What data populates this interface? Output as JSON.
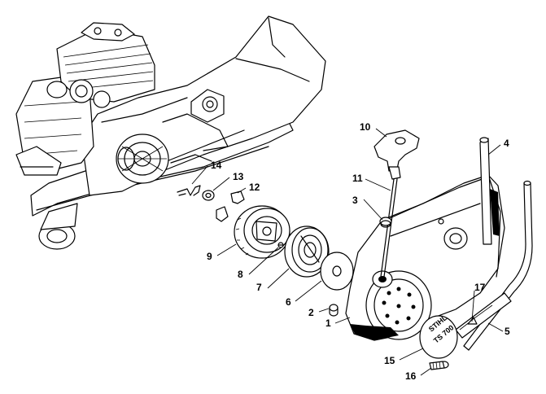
{
  "callouts": [
    {
      "id": "c1",
      "label": "1"
    },
    {
      "id": "c2",
      "label": "2"
    },
    {
      "id": "c3",
      "label": "3"
    },
    {
      "id": "c4",
      "label": "4"
    },
    {
      "id": "c5",
      "label": "5"
    },
    {
      "id": "c6",
      "label": "6"
    },
    {
      "id": "c7",
      "label": "7"
    },
    {
      "id": "c8",
      "label": "8"
    },
    {
      "id": "c9",
      "label": "9"
    },
    {
      "id": "c10",
      "label": "10"
    },
    {
      "id": "c11",
      "label": "11"
    },
    {
      "id": "c12",
      "label": "12"
    },
    {
      "id": "c13",
      "label": "13"
    },
    {
      "id": "c14",
      "label": "14"
    },
    {
      "id": "c15",
      "label": "15"
    },
    {
      "id": "c16",
      "label": "16"
    },
    {
      "id": "c17",
      "label": "17"
    }
  ],
  "decal": {
    "brand": "STIHL",
    "model": "TS 700"
  }
}
